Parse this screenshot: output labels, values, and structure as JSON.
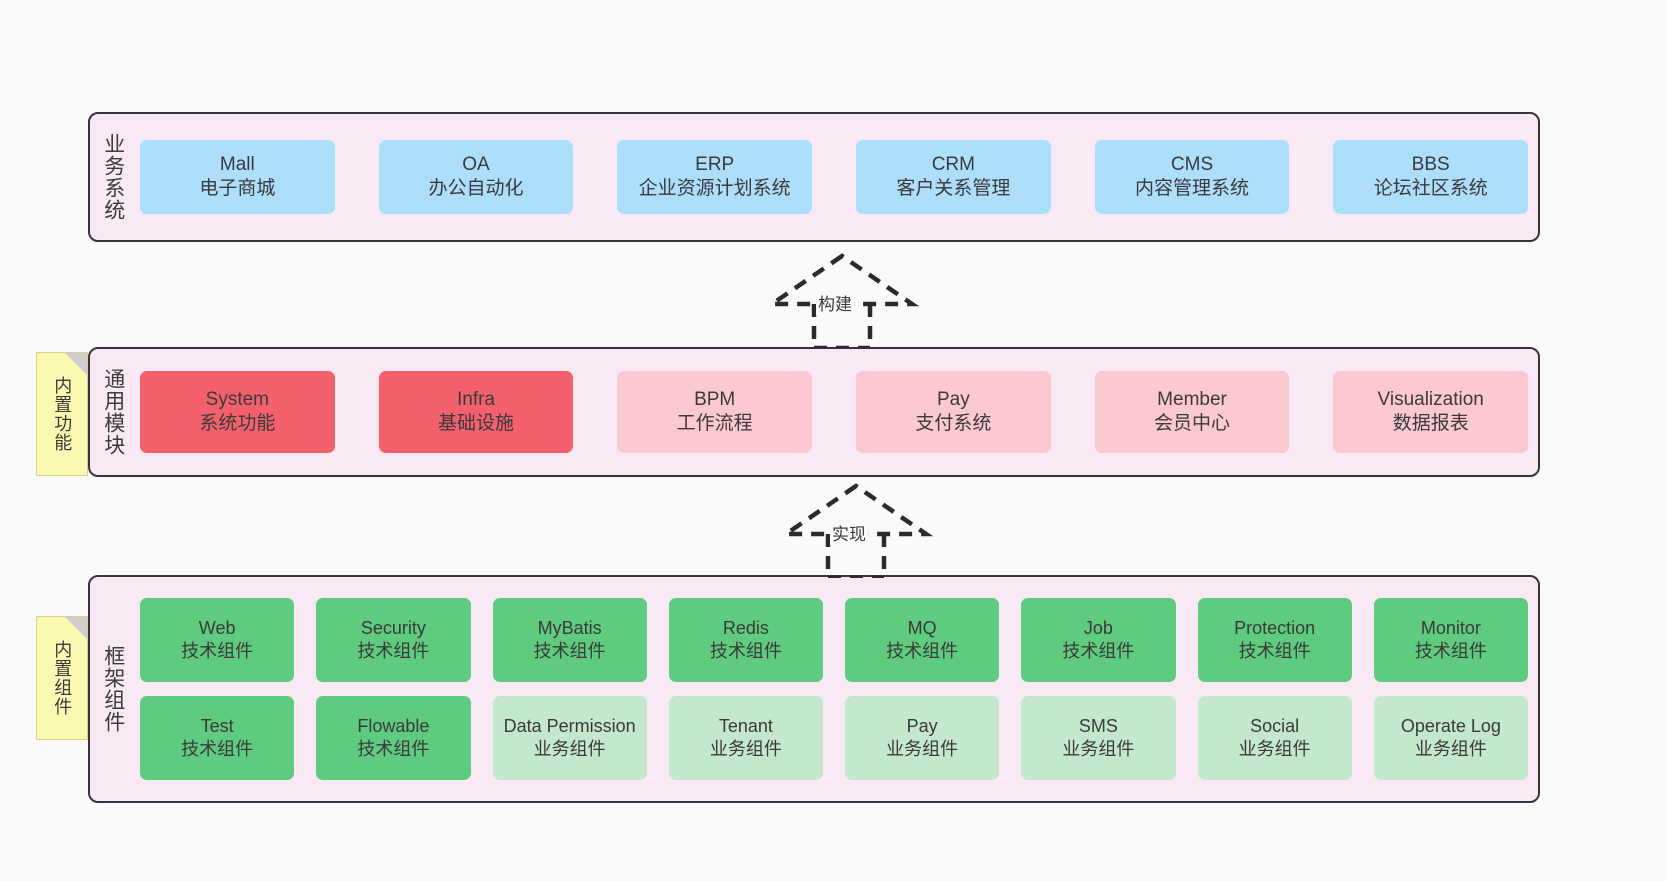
{
  "diagram": {
    "background": "#fafafa",
    "layer_bg": "#f9e9f4",
    "layer_border": "#36343c"
  },
  "notes": [
    {
      "id": "note-functions",
      "text": "内置功能",
      "color": "#fbf8b2"
    },
    {
      "id": "note-components",
      "text": "内置组件",
      "color": "#fbf8b2"
    }
  ],
  "connectors": [
    {
      "id": "arrow-build",
      "label": "构建",
      "style": "dashed-hollow-arrow-up"
    },
    {
      "id": "arrow-implement",
      "label": "实现",
      "style": "dashed-hollow-arrow-up"
    }
  ],
  "layers": [
    {
      "id": "business",
      "label": "业务系统",
      "rows": [
        {
          "cards": [
            {
              "t1": "Mall",
              "t2": "电子商城",
              "color": "#addefc"
            },
            {
              "t1": "OA",
              "t2": "办公自动化",
              "color": "#addefc"
            },
            {
              "t1": "ERP",
              "t2": "企业资源计划系统",
              "color": "#addefc"
            },
            {
              "t1": "CRM",
              "t2": "客户关系管理",
              "color": "#addefc"
            },
            {
              "t1": "CMS",
              "t2": "内容管理系统",
              "color": "#addefc"
            },
            {
              "t1": "BBS",
              "t2": "论坛社区系统",
              "color": "#addefc"
            }
          ]
        }
      ]
    },
    {
      "id": "modules",
      "label": "通用模块",
      "rows": [
        {
          "cards": [
            {
              "t1": "System",
              "t2": "系统功能",
              "color": "#f4606c"
            },
            {
              "t1": "Infra",
              "t2": "基础设施",
              "color": "#f4606c"
            },
            {
              "t1": "BPM",
              "t2": "工作流程",
              "color": "#fbc9cf"
            },
            {
              "t1": "Pay",
              "t2": "支付系统",
              "color": "#fbc9cf"
            },
            {
              "t1": "Member",
              "t2": "会员中心",
              "color": "#fbc9cf"
            },
            {
              "t1": "Visualization",
              "t2": "数据报表",
              "color": "#fbc9cf"
            }
          ]
        }
      ]
    },
    {
      "id": "framework",
      "label": "框架组件",
      "rows": [
        {
          "cards": [
            {
              "t1": "Web",
              "t2": "技术组件",
              "color": "#5ecb7e"
            },
            {
              "t1": "Security",
              "t2": "技术组件",
              "color": "#5ecb7e"
            },
            {
              "t1": "MyBatis",
              "t2": "技术组件",
              "color": "#5ecb7e"
            },
            {
              "t1": "Redis",
              "t2": "技术组件",
              "color": "#5ecb7e"
            },
            {
              "t1": "MQ",
              "t2": "技术组件",
              "color": "#5ecb7e"
            },
            {
              "t1": "Job",
              "t2": "技术组件",
              "color": "#5ecb7e"
            },
            {
              "t1": "Protection",
              "t2": "技术组件",
              "color": "#5ecb7e"
            },
            {
              "t1": "Monitor",
              "t2": "技术组件",
              "color": "#5ecb7e"
            }
          ]
        },
        {
          "cards": [
            {
              "t1": "Test",
              "t2": "技术组件",
              "color": "#5ecb7e"
            },
            {
              "t1": "Flowable",
              "t2": "技术组件",
              "color": "#5ecb7e"
            },
            {
              "t1": "Data Permission",
              "t2": "业务组件",
              "color": "#c3e8cc"
            },
            {
              "t1": "Tenant",
              "t2": "业务组件",
              "color": "#c3e8cc"
            },
            {
              "t1": "Pay",
              "t2": "业务组件",
              "color": "#c3e8cc"
            },
            {
              "t1": "SMS",
              "t2": "业务组件",
              "color": "#c3e8cc"
            },
            {
              "t1": "Social",
              "t2": "业务组件",
              "color": "#c3e8cc"
            },
            {
              "t1": "Operate Log",
              "t2": "业务组件",
              "color": "#c3e8cc"
            }
          ]
        }
      ]
    }
  ]
}
